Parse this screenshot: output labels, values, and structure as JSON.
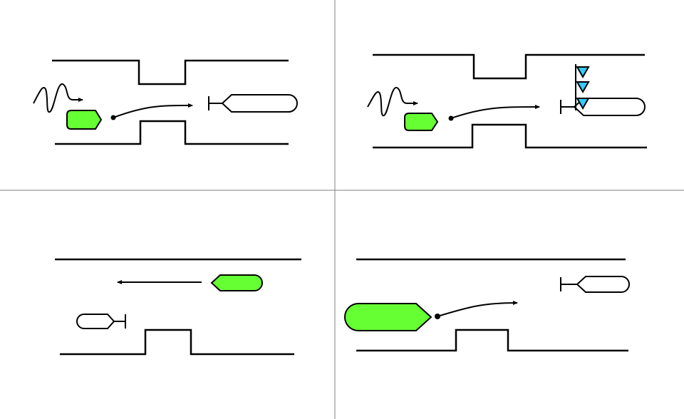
{
  "colors": {
    "background": "#ffffff",
    "line": "#000000",
    "divider": "#808080",
    "cell_fill": "#66ff33",
    "triangle_fill": "#33ccff",
    "empty_fill": "#ffffff"
  },
  "panels": [
    {
      "id": "top-left",
      "description": "",
      "elements": [
        "membrane-with-channel",
        "wave-signal",
        "green-vesicle",
        "tether-arrow",
        "receptor-pill"
      ]
    },
    {
      "id": "top-right",
      "description": "",
      "elements": [
        "membrane-with-channel",
        "wave-signal",
        "green-vesicle",
        "tether-arrow",
        "receptor-pill",
        "triangle-markers"
      ]
    },
    {
      "id": "bottom-left",
      "description": "",
      "elements": [
        "membrane-with-bump",
        "green-vesicle",
        "return-arrow",
        "receptor-pill"
      ]
    },
    {
      "id": "bottom-right",
      "description": "",
      "elements": [
        "membrane-with-bump",
        "large-green-vesicle",
        "tether-arrow",
        "receptor-pill"
      ]
    }
  ]
}
